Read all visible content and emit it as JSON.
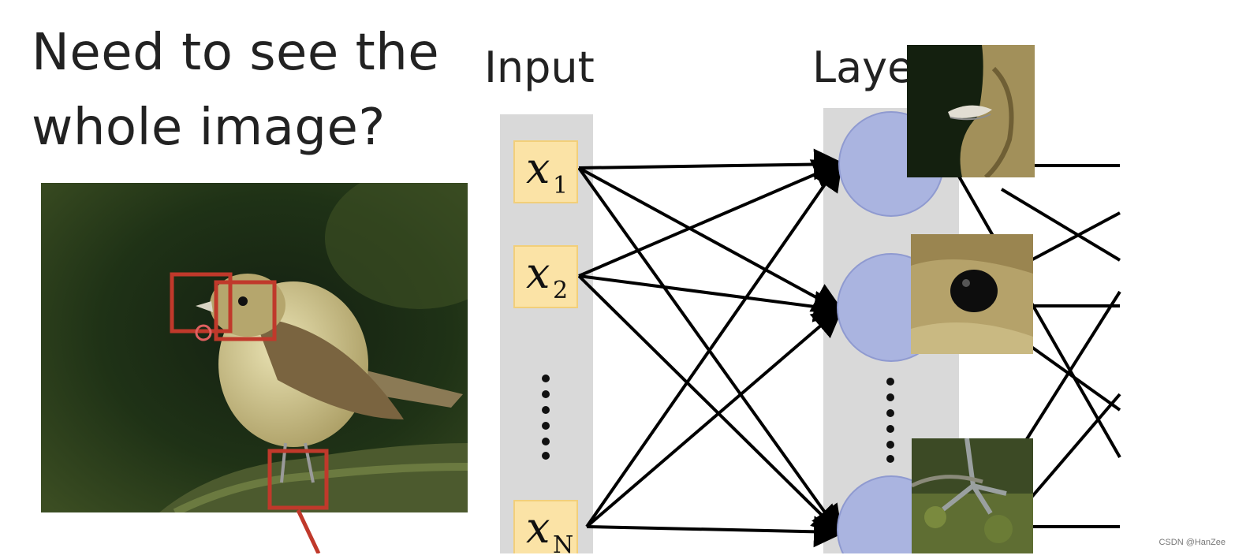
{
  "title": {
    "line1": "Need to see the",
    "line2": "whole image?"
  },
  "labels": {
    "input": "Input",
    "layer": "Laye"
  },
  "inputs": [
    {
      "var": "x",
      "sub": "1"
    },
    {
      "var": "x",
      "sub": "2"
    },
    {
      "var": "x",
      "sub": "N"
    }
  ],
  "ellipsis": "......",
  "watermark": "CSDN @HanZee",
  "colors": {
    "panel_gray": "#d9d9d9",
    "input_box": "#fbe3a6",
    "neuron": "#aab4e0",
    "highlight_red": "#c0392b",
    "photo_bg": "#1e3014"
  },
  "icons": [
    "bird-photo",
    "bird-beak-patch",
    "bird-eye-patch",
    "bird-claw-patch"
  ]
}
